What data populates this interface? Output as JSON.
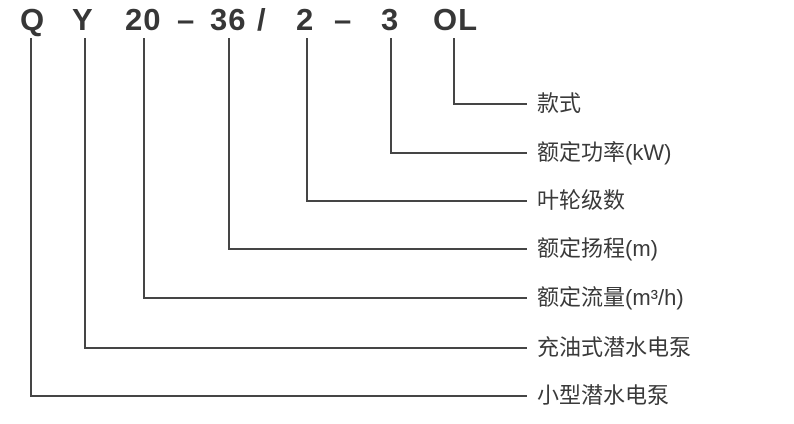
{
  "code": {
    "tokens": [
      "Q",
      "Y",
      "20",
      "–",
      "36",
      "/",
      "2",
      "–",
      "3",
      "OL"
    ]
  },
  "legend": {
    "items": [
      {
        "code": "OL",
        "label": "款式"
      },
      {
        "code": "3",
        "label": "额定功率(kW)"
      },
      {
        "code": "2",
        "label": "叶轮级数"
      },
      {
        "code": "36",
        "label": "额定扬程(m)"
      },
      {
        "code": "20",
        "label": "额定流量(m³/h)"
      },
      {
        "code": "Y",
        "label": "充油式潜水电泵"
      },
      {
        "code": "Q",
        "label": "小型潜水电泵"
      }
    ]
  },
  "colors": {
    "line": "#454545",
    "text": "#3a3a3a"
  }
}
